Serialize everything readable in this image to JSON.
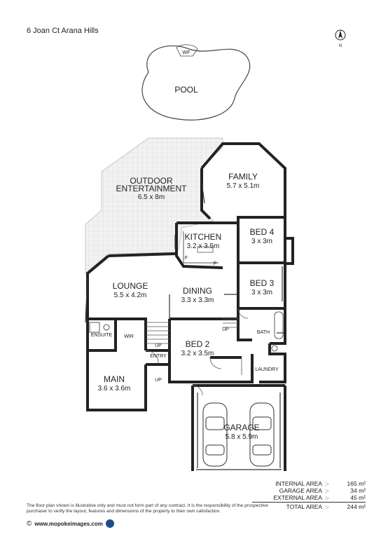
{
  "address": "6 Joan Ct Arana Hills",
  "north_label": "N",
  "rooms": {
    "pool": {
      "name": "POOL"
    },
    "wf": {
      "name": "WF"
    },
    "outdoor": {
      "name1": "OUTDOOR",
      "name2": "ENTERTAINMENT",
      "dim": "6.5 x 8m"
    },
    "family": {
      "name": "FAMILY",
      "dim": "5.7 x 5.1m"
    },
    "kitchen": {
      "name": "KITCHEN",
      "dim": "3.2 x 3.5m"
    },
    "bed4": {
      "name": "BED 4",
      "dim": "3 x 3m"
    },
    "bed3": {
      "name": "BED 3",
      "dim": "3 x 3m"
    },
    "lounge": {
      "name": "LOUNGE",
      "dim": "5.5 x 4.2m"
    },
    "dining": {
      "name": "DINING",
      "dim": "3.3 x 3.3m"
    },
    "bed2": {
      "name": "BED 2",
      "dim": "3.2 x 3.5m"
    },
    "main": {
      "name": "MAIN",
      "dim": "3.6 x 3.6m"
    },
    "garage": {
      "name": "GARAGE",
      "dim": "5.8 x 5.9m"
    },
    "ensuite": {
      "name": "ENSUITE"
    },
    "wir": {
      "name": "WIR"
    },
    "entry": {
      "name": "ENTRY"
    },
    "bath": {
      "name": "BATH"
    },
    "laundry": {
      "name": "LAUNDRY"
    },
    "fridge": {
      "name": "F"
    },
    "pantry": {
      "name": "P"
    },
    "up1": {
      "name": "UP"
    },
    "up2": {
      "name": "UP"
    },
    "up3": {
      "name": "UP"
    }
  },
  "areas": [
    {
      "label": "INTERNAL AREA",
      "sep": ":-",
      "value": "165 m²"
    },
    {
      "label": "GARAGE AREA",
      "sep": ":-",
      "value": "34 m²"
    },
    {
      "label": "EXTERNAL AREA",
      "sep": ":-",
      "value": "45 m²"
    }
  ],
  "total": {
    "label": "TOTAL AREA",
    "sep": ":-",
    "value": "244 m²"
  },
  "disclaimer": "The floor plan shown is illustrative only and must not form part of any contract. It is the responsibility of the prospective purchaser to verify the layout, features and dimensions of the property to their own satisfaction.",
  "footer": {
    "copyright": "©",
    "website": "www.mopokeimages.com"
  }
}
